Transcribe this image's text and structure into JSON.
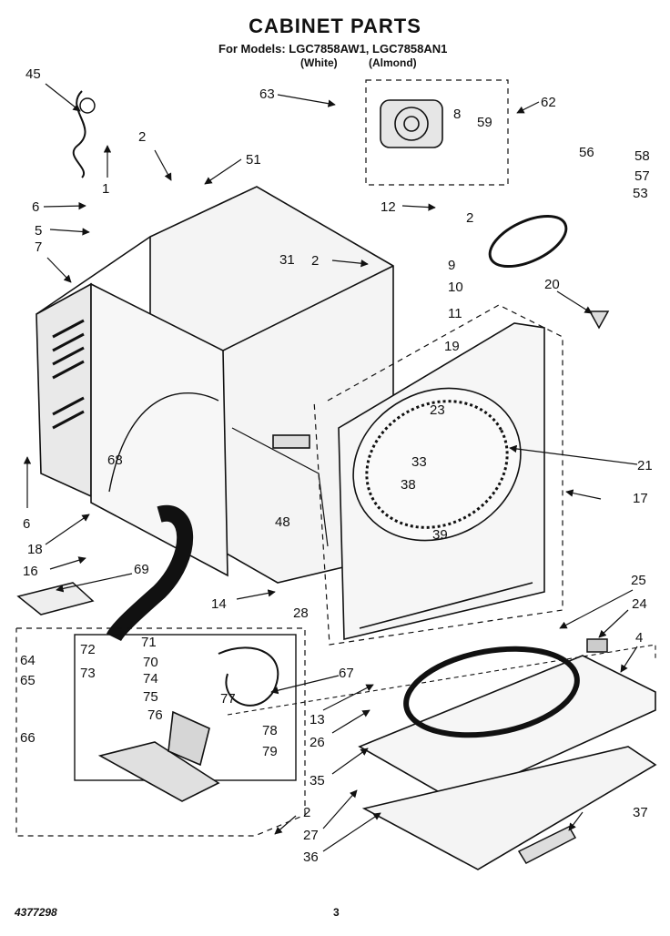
{
  "header": {
    "title": "CABINET PARTS",
    "models": "For Models: LGC7858AW1, LGC7858AN1",
    "variant_white": "(White)",
    "variant_almond": "(Almond)"
  },
  "footer": {
    "doc_code": "4377298",
    "page_number": "3"
  },
  "callouts": [
    "45",
    "2",
    "1",
    "51",
    "6",
    "5",
    "7",
    "63",
    "8",
    "59",
    "62",
    "12",
    "31",
    "2",
    "9",
    "10",
    "11",
    "19",
    "56",
    "58",
    "57",
    "53",
    "20",
    "2",
    "23",
    "33",
    "38",
    "21",
    "17",
    "6",
    "68",
    "18",
    "16",
    "69",
    "48",
    "14",
    "28",
    "39",
    "25",
    "24",
    "4",
    "64",
    "72",
    "73",
    "71",
    "70",
    "74",
    "75",
    "77",
    "76",
    "78",
    "79",
    "65",
    "66",
    "67",
    "13",
    "26",
    "35",
    "2",
    "27",
    "36",
    "37"
  ]
}
